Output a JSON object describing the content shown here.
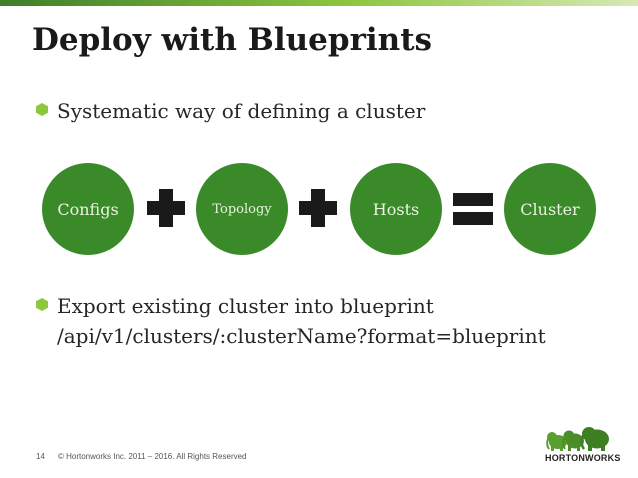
{
  "slide": {
    "title": "Deploy with Blueprints",
    "bullets": [
      {
        "text": "Systematic way of defining a cluster"
      },
      {
        "lines": [
          "Export existing cluster into blueprint",
          "/api/v1/clusters/:clusterName?format=blueprint"
        ]
      }
    ],
    "diagram": {
      "nodes": [
        "Configs",
        "Topology",
        "Hosts",
        "Cluster"
      ],
      "operators": [
        "plus-icon",
        "plus-icon",
        "equals-icon"
      ]
    },
    "footer": {
      "page_number": "14",
      "copyright": "© Hortonworks Inc. 2011 – 2016. All Rights Reserved"
    },
    "logo": {
      "text": "HORTONWORKS"
    },
    "colors": {
      "green": "#3a8a2a",
      "dark": "#1a1a1a",
      "bullet": "#8dc63f"
    }
  }
}
